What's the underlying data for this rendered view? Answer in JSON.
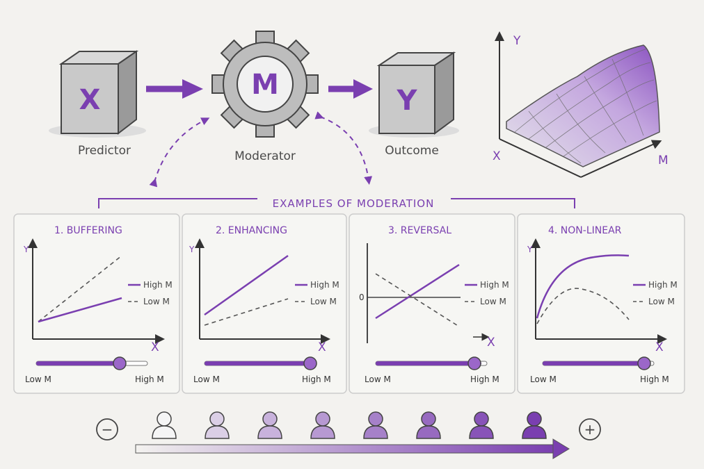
{
  "top": {
    "predictor_letter": "X",
    "predictor_label": "Predictor",
    "moderator_letter": "M",
    "moderator_label": "Moderator",
    "outcome_letter": "Y",
    "outcome_label": "Outcome",
    "surface_axis_y": "Y",
    "surface_axis_x": "X",
    "surface_axis_m": "M"
  },
  "section_title": "EXAMPLES OF MODERATION",
  "panels": [
    {
      "title": "1. BUFFERING",
      "y_label": "Y",
      "x_label": "X",
      "legend_high": "High M",
      "legend_low": "Low M",
      "slider_low": "Low M",
      "slider_high": "High M",
      "slider_value": 0.75
    },
    {
      "title": "2. ENHANCING",
      "y_label": "Y",
      "x_label": "X",
      "legend_high": "High M",
      "legend_low": "Low M",
      "slider_low": "Low M",
      "slider_high": "High M",
      "slider_value": 0.95
    },
    {
      "title": "3. REVERSAL",
      "zero_label": "0",
      "x_label": "X",
      "legend_high": "High M",
      "legend_low": "Low M",
      "slider_low": "Low M",
      "slider_high": "High M",
      "slider_value": 0.95
    },
    {
      "title": "4. NON-LINEAR",
      "y_label": "Y",
      "x_label": "X",
      "legend_high": "High M",
      "legend_low": "Low M",
      "slider_low": "Low M",
      "slider_high": "High M",
      "slider_value": 0.95
    }
  ],
  "bottom": {
    "minus_symbol": "−",
    "plus_symbol": "+",
    "people_count": 8
  },
  "colors": {
    "accent": "#7a3fb0",
    "ink": "#444444",
    "paper": "#f3f2ef"
  }
}
